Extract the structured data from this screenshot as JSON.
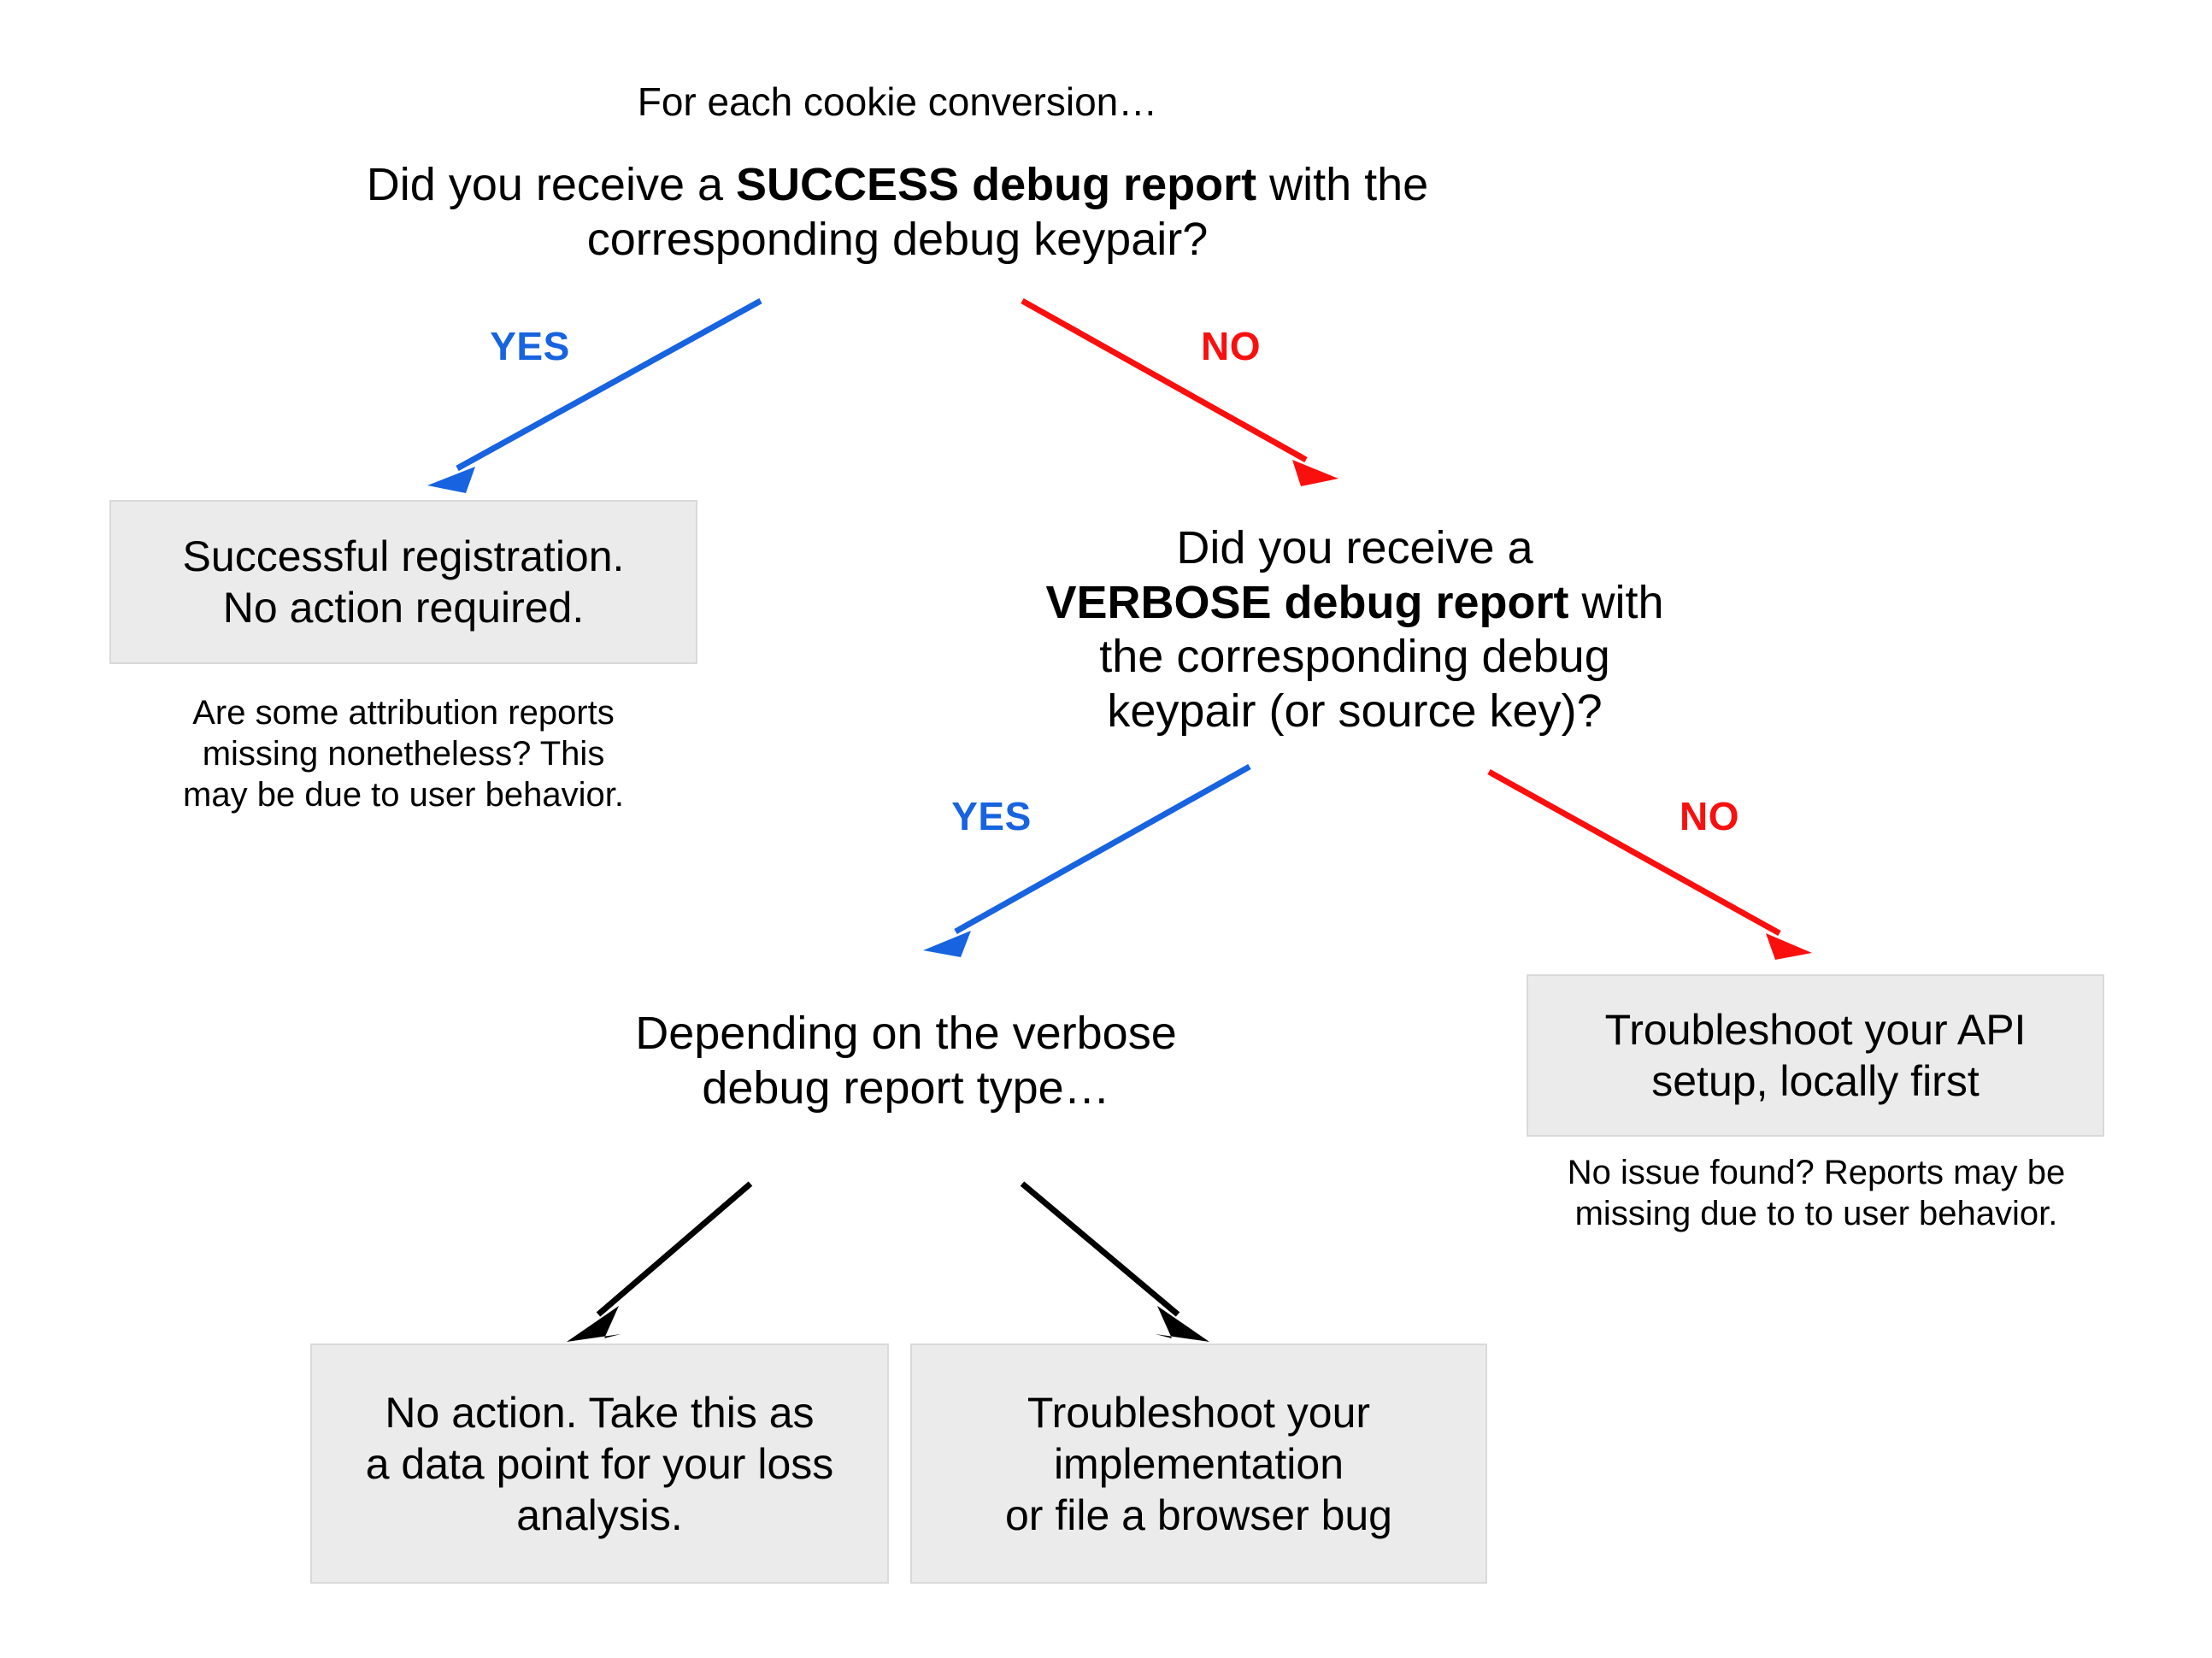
{
  "diagram": {
    "title": "Cookie conversion debug report troubleshooting decision tree",
    "background_color": "#ffffff",
    "box_fill": "#ebebeb",
    "box_border": "#d9d9d9",
    "yes_color": "#1763e0",
    "no_color": "#fa0f0f",
    "neutral_arrow_color": "#000000"
  },
  "lead": {
    "text": "For each cookie conversion…"
  },
  "question_1": {
    "line_1_before": "Did you receive a ",
    "line_1_strong": "SUCCESS debug report",
    "line_1_after": " with the",
    "line_2": "corresponding debug keypair?"
  },
  "question_2": {
    "line_1": "Did you receive a",
    "line_2_strong": "VERBOSE debug report",
    "line_2_after": " with",
    "line_3": "the corresponding debug",
    "line_4": "keypair (or source key)?"
  },
  "edges": {
    "q1_yes": "YES",
    "q1_no": "NO",
    "q2_yes": "YES",
    "q2_no": "NO"
  },
  "boxes": {
    "successful_registration": {
      "line_1": "Successful registration.",
      "line_2": "No action required."
    },
    "troubleshoot_api": {
      "line_1": "Troubleshoot your API",
      "line_2": "setup, locally first"
    },
    "no_action_loss_analysis": {
      "line_1": "No action. Take this as",
      "line_2": "a data point for your loss",
      "line_3": "analysis."
    },
    "troubleshoot_implementation": {
      "line_1": "Troubleshoot your",
      "line_2": "implementation",
      "line_3": "or file a browser bug"
    }
  },
  "captions": {
    "attribution_reports_missing": {
      "line_1": "Are some attribution reports",
      "line_2": "missing nonetheless? This",
      "line_3": "may be due to user behavior."
    },
    "no_issue_found": {
      "line_1": "No issue found? Reports may be",
      "line_2": "missing due to to user behavior."
    }
  },
  "verbose_branch": {
    "line_1": "Depending on the verbose",
    "line_2": "debug report type…"
  }
}
